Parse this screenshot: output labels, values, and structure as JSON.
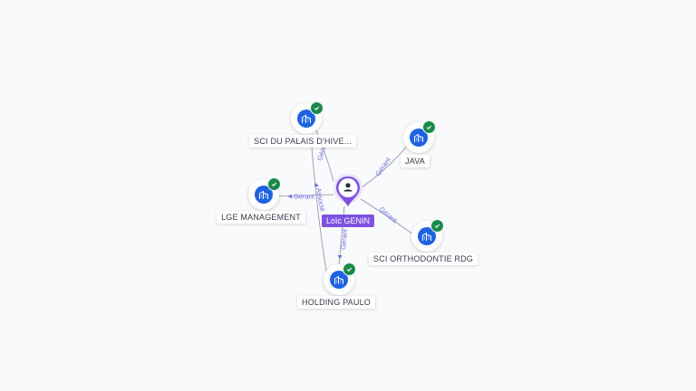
{
  "center": {
    "name": "Loïc GENIN"
  },
  "companies": [
    {
      "id": "sci-palais",
      "name": "SCI DU PALAIS D'HIVE..."
    },
    {
      "id": "java",
      "name": "JAVA"
    },
    {
      "id": "lge",
      "name": "LGE MANAGEMENT"
    },
    {
      "id": "sci-ortho",
      "name": "SCI ORTHODONTIE RDG"
    },
    {
      "id": "holding",
      "name": "HOLDING PAULO"
    }
  ],
  "relations": [
    {
      "to": "sci-palais",
      "label": "Gérant"
    },
    {
      "to": "java",
      "label": "Gérant"
    },
    {
      "to": "lge",
      "label": "Gérant"
    },
    {
      "to": "sci-ortho",
      "label": "Gérant"
    },
    {
      "to": "holding",
      "label": "Gérant"
    },
    {
      "from": "holding",
      "to": "sci-palais",
      "label": "Associé"
    }
  ],
  "colors": {
    "accent": "#7e52e0",
    "company": "#1f63e0",
    "verified": "#1a8a4a",
    "edge": "#8a8fa3"
  }
}
